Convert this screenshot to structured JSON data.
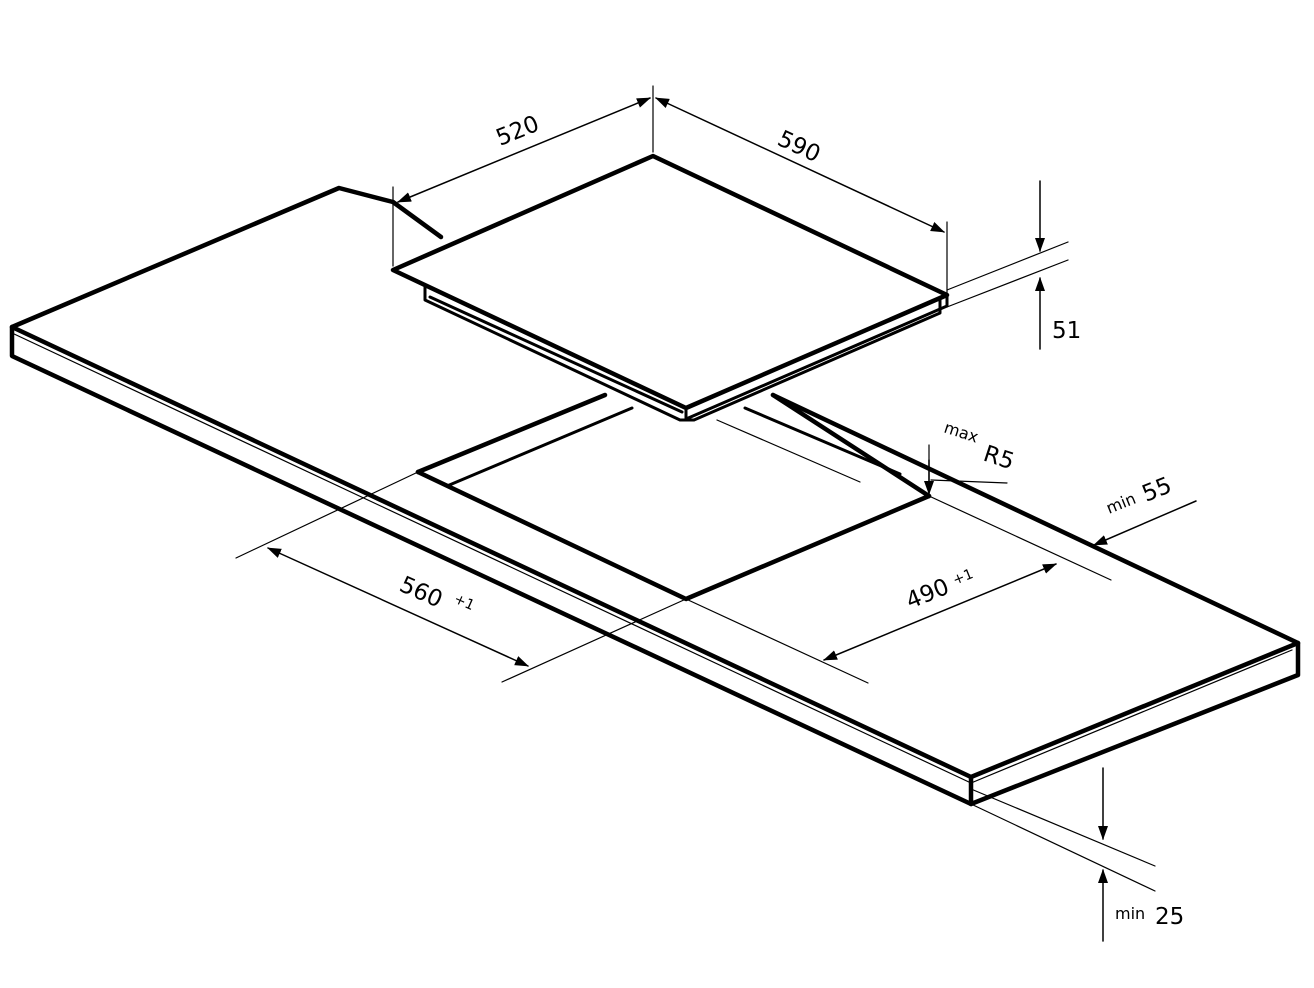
{
  "dimensions": {
    "hob_depth": "520",
    "hob_width": "590",
    "hob_height": "51",
    "radius_prefix": "max",
    "radius_value": "R5",
    "clearance_prefix": "min",
    "clearance_value": "55",
    "cutout_width": "560",
    "cutout_width_tol": "+1",
    "cutout_depth": "490",
    "cutout_depth_tol": "+1",
    "thickness_prefix": "min",
    "thickness_value": "25"
  }
}
